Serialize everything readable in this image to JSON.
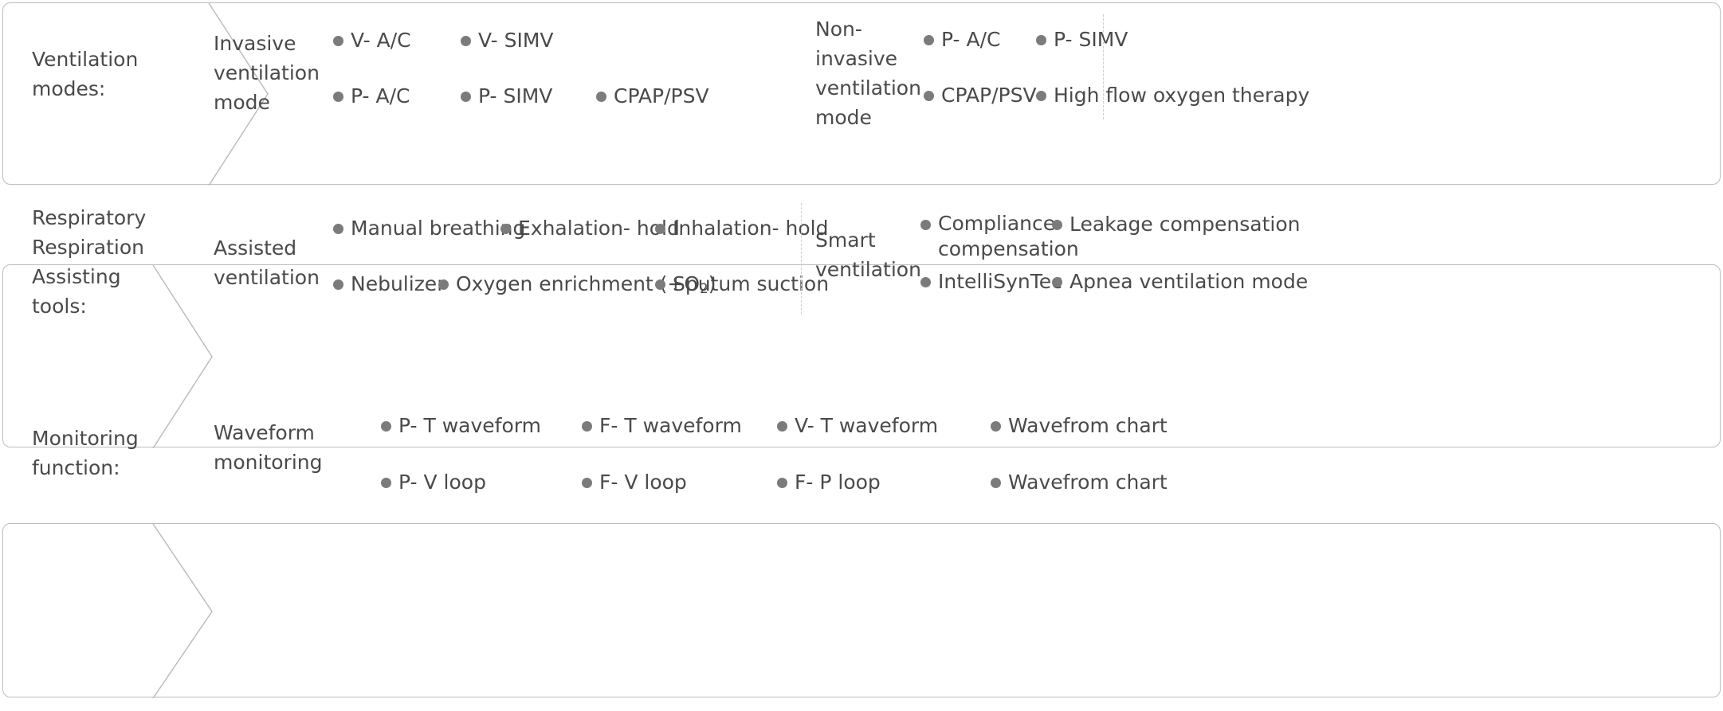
{
  "theme": {
    "border_color": "#bdbdbd",
    "divider_color": "#cfcfcf",
    "text_color": "#4a4a4a",
    "bullet_color": "#7b7b7b",
    "background": "#ffffff"
  },
  "rows": [
    {
      "label": "Ventilation\nmodes:",
      "groups": [
        {
          "title": "Invasive\nventilation\nmode",
          "items": [
            "V- A/C",
            "V- SIMV",
            "P- A/C",
            "P- SIMV",
            "CPAP/PSV"
          ]
        },
        {
          "title": "Non-\ninvasive\nventilation\nmode",
          "items": [
            "P- A/C",
            "P- SIMV",
            "CPAP/PSV",
            "High flow oxygen therapy"
          ]
        }
      ]
    },
    {
      "label": "Respiratory\nRespiration\nAssisting\ntools:",
      "groups": [
        {
          "title": "Assisted\nventilation",
          "items": [
            "Manual breathing",
            "Exhalation- hold",
            "Inhalation- hold",
            "Nebulizer",
            "Oxygen enrichment (+O2)",
            "Sputum suction"
          ]
        },
        {
          "title": "Smart\nventilation",
          "items": [
            "Compliance compensation",
            "Leakage compensation",
            "IntelliSynTec",
            "Apnea ventilation mode"
          ]
        }
      ]
    },
    {
      "label": "Monitoring\nfunction:",
      "groups": [
        {
          "title": "Waveform\nmonitoring",
          "items": [
            "P- T waveform",
            "F- T waveform",
            "V- T waveform",
            "Wavefrom chart",
            "P- V loop",
            "F- V loop",
            "F- P loop",
            "Wavefrom chart"
          ]
        }
      ]
    }
  ]
}
